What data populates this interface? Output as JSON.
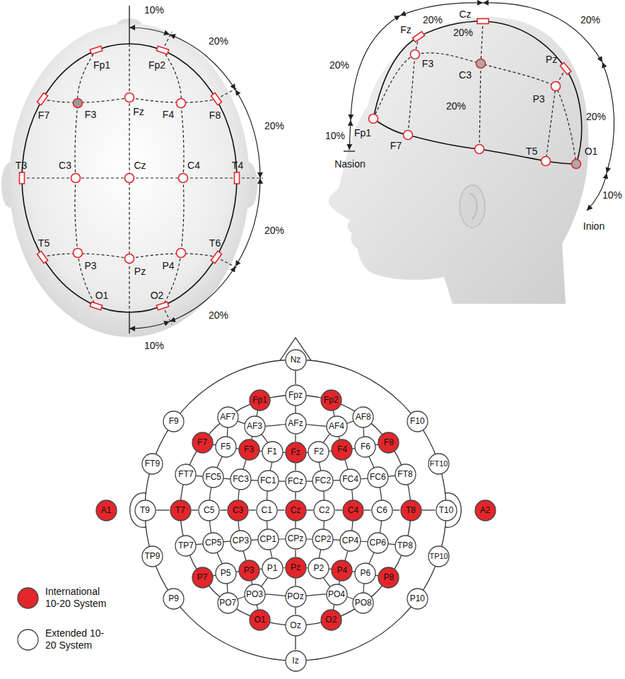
{
  "diagram": {
    "nodes": [
      {
        "text": [
          "Nz"
        ]
      },
      {
        "text": [
          "Fp1"
        ]
      },
      {
        "text": [
          "Fpz"
        ]
      },
      {
        "text": [
          "Fp2"
        ]
      },
      {
        "text": [
          "AF7"
        ]
      },
      {
        "text": [
          "AF3"
        ]
      },
      {
        "text": [
          "AFz"
        ]
      },
      {
        "text": [
          "AF4"
        ]
      },
      {
        "text": [
          "AF8"
        ]
      },
      {
        "text": [
          "F9"
        ]
      },
      {
        "text": [
          "F7"
        ]
      },
      {
        "text": [
          "F5"
        ]
      },
      {
        "text": [
          "F3"
        ]
      },
      {
        "text": [
          "F1"
        ]
      },
      {
        "text": [
          "Fz"
        ]
      },
      {
        "text": [
          "F2"
        ]
      },
      {
        "text": [
          "F4"
        ]
      },
      {
        "text": [
          "F6"
        ]
      },
      {
        "text": [
          "F8"
        ]
      },
      {
        "text": [
          "F10"
        ]
      },
      {
        "text": [
          "FT9"
        ]
      },
      {
        "text": [
          "FT7"
        ]
      },
      {
        "text": [
          "FC5"
        ]
      },
      {
        "text": [
          "FC3"
        ]
      },
      {
        "text": [
          "FC1"
        ]
      },
      {
        "text": [
          "FCz"
        ]
      },
      {
        "text": [
          "FC2"
        ]
      },
      {
        "text": [
          "FC4"
        ]
      },
      {
        "text": [
          "FC6"
        ]
      },
      {
        "text": [
          "FT8"
        ]
      },
      {
        "text": [
          "FT10"
        ]
      },
      {
        "text": [
          "A1"
        ]
      },
      {
        "text": [
          "T9"
        ]
      },
      {
        "text": [
          "T7"
        ]
      },
      {
        "text": [
          "C5"
        ]
      },
      {
        "text": [
          "C3"
        ]
      },
      {
        "text": [
          "C1"
        ]
      },
      {
        "text": [
          "Cz"
        ]
      },
      {
        "text": [
          "C2"
        ]
      },
      {
        "text": [
          "C4"
        ]
      },
      {
        "text": [
          "C6"
        ]
      },
      {
        "text": [
          "T8"
        ]
      },
      {
        "text": [
          "T10"
        ]
      },
      {
        "text": [
          "A2"
        ]
      },
      {
        "text": [
          "TP9"
        ]
      },
      {
        "text": [
          "TP7"
        ]
      },
      {
        "text": [
          "CP5"
        ]
      },
      {
        "text": [
          "CP3"
        ]
      },
      {
        "text": [
          "CP1"
        ]
      },
      {
        "text": [
          "CPz"
        ]
      },
      {
        "text": [
          "CP2"
        ]
      },
      {
        "text": [
          "CP4"
        ]
      },
      {
        "text": [
          "CP6"
        ]
      },
      {
        "text": [
          "TP8"
        ]
      },
      {
        "text": [
          "TP10"
        ]
      },
      {
        "text": [
          "P9"
        ]
      },
      {
        "text": [
          "P7"
        ]
      },
      {
        "text": [
          "P5"
        ]
      },
      {
        "text": [
          "P3"
        ]
      },
      {
        "text": [
          "P1"
        ]
      },
      {
        "text": [
          "Pz"
        ]
      },
      {
        "text": [
          "P2"
        ]
      },
      {
        "text": [
          "P4"
        ]
      },
      {
        "text": [
          "P6"
        ]
      },
      {
        "text": [
          "P8"
        ]
      },
      {
        "text": [
          "P10"
        ]
      },
      {
        "text": [
          "PO7"
        ]
      },
      {
        "text": [
          "PO3"
        ]
      },
      {
        "text": [
          "POz"
        ]
      },
      {
        "text": [
          "PO4"
        ]
      },
      {
        "text": [
          "PO8"
        ]
      },
      {
        "text": [
          "O1"
        ]
      },
      {
        "text": [
          "Oz"
        ]
      },
      {
        "text": [
          "O2"
        ]
      },
      {
        "text": [
          "Iz"
        ]
      }
    ],
    "edges": [
      {
        "from": 0,
        "to": 2,
        "arrow": "none"
      },
      {
        "from": 2,
        "to": 6,
        "arrow": "none"
      },
      {
        "from": 6,
        "to": 14,
        "arrow": "none"
      },
      {
        "from": 14,
        "to": 25,
        "arrow": "none"
      },
      {
        "from": 25,
        "to": 37,
        "arrow": "none"
      },
      {
        "from": 37,
        "to": 49,
        "arrow": "none"
      },
      {
        "from": 49,
        "to": 60,
        "arrow": "none"
      },
      {
        "from": 60,
        "to": 68,
        "arrow": "none"
      },
      {
        "from": 68,
        "to": 72,
        "arrow": "none"
      },
      {
        "from": 72,
        "to": 74,
        "arrow": "none"
      },
      {
        "from": 32,
        "to": 33,
        "arrow": "none"
      },
      {
        "from": 33,
        "to": 34,
        "arrow": "none"
      },
      {
        "from": 34,
        "to": 35,
        "arrow": "none"
      },
      {
        "from": 35,
        "to": 36,
        "arrow": "none"
      },
      {
        "from": 36,
        "to": 37,
        "arrow": "none"
      },
      {
        "from": 37,
        "to": 38,
        "arrow": "none"
      },
      {
        "from": 38,
        "to": 39,
        "arrow": "none"
      },
      {
        "from": 39,
        "to": 40,
        "arrow": "none"
      },
      {
        "from": 40,
        "to": 41,
        "arrow": "none"
      },
      {
        "from": 41,
        "to": 42,
        "arrow": "none"
      }
    ],
    "labels": [
      "10%",
      "Fp1",
      "Fp2",
      "20%",
      "F7",
      "F3",
      "Fz",
      "F4",
      "F8",
      "20%",
      "T3",
      "C3",
      "Cz",
      "C4",
      "T4",
      "20%",
      "T5",
      "P3",
      "Pz",
      "P4",
      "T6",
      "20%",
      "O1",
      "O2",
      "10%",
      "20%",
      "20%",
      "Fz",
      "Cz",
      "20%",
      "20%",
      "F3",
      "C3",
      "Pz",
      "P3",
      "20%",
      "20%",
      "Fp1",
      "F7",
      "T5",
      "O1",
      "10%",
      "Nasion",
      "10%",
      "Inion"
    ],
    "legend": [
      {
        "text": "International 10-20 System",
        "color": "#e3262b"
      },
      {
        "text": "Extended 10-20 System",
        "color": "#ffffff"
      }
    ]
  }
}
